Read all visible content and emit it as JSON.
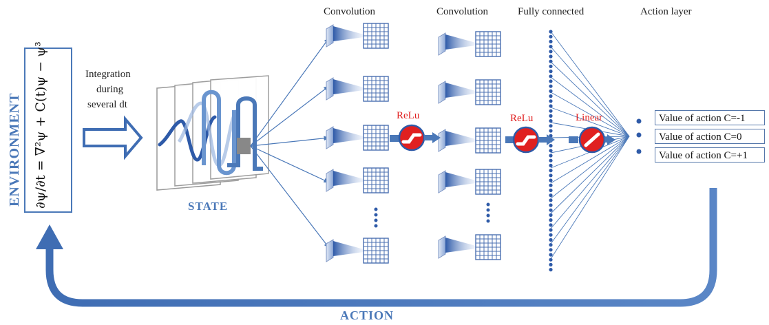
{
  "environment": {
    "label": "ENVIRONMENT",
    "equation": "∂ψ/∂t = ∇²ψ + C(t)ψ − ψ³"
  },
  "integration": {
    "line1": "Integration",
    "line2": "during",
    "line3": "several dt"
  },
  "state_label": "STATE",
  "layers": {
    "conv1": "Convolution",
    "conv2": "Convolution",
    "fc": "Fully connected",
    "action": "Action layer"
  },
  "activations": {
    "relu1": "ReLu",
    "relu2": "ReLu",
    "linear": "Linear"
  },
  "actions": [
    "Value of action C=-1",
    "Value of action C=0",
    "Value of action C=+1"
  ],
  "action_label": "ACTION",
  "colors": {
    "blue": "#4a78b8",
    "dark_blue": "#3f6db3",
    "red": "#e02020",
    "grid": "#4a6fb0"
  }
}
